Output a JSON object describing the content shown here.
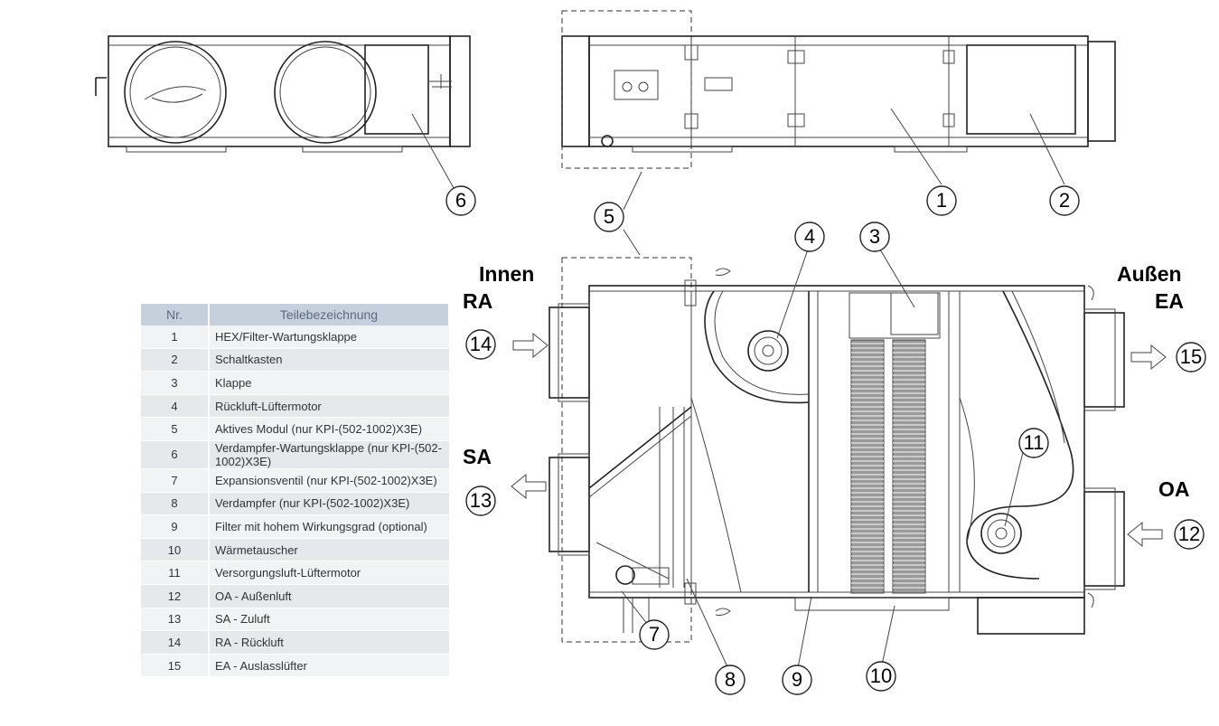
{
  "table": {
    "header_nr": "Nr.",
    "header_desc": "Teilebezeichnung",
    "rows": [
      {
        "nr": "1",
        "desc": "HEX/Filter-Wartungsklappe"
      },
      {
        "nr": "2",
        "desc": "Schaltkasten"
      },
      {
        "nr": "3",
        "desc": "Klappe"
      },
      {
        "nr": "4",
        "desc": "Rückluft-Lüftermotor"
      },
      {
        "nr": "5",
        "desc": "Aktives Modul (nur KPI-(502-1002)X3E)"
      },
      {
        "nr": "6",
        "desc": "Verdampfer-Wartungsklappe (nur KPI-(502-1002)X3E)"
      },
      {
        "nr": "7",
        "desc": "Expansionsventil (nur KPI-(502-1002)X3E)"
      },
      {
        "nr": "8",
        "desc": "Verdampfer (nur KPI-(502-1002)X3E)"
      },
      {
        "nr": "9",
        "desc": "Filter mit hohem Wirkungsgrad (optional)"
      },
      {
        "nr": "10",
        "desc": "Wärmetauscher"
      },
      {
        "nr": "11",
        "desc": "Versorgungsluft-Lüftermotor"
      },
      {
        "nr": "12",
        "desc": "OA - Außenluft"
      },
      {
        "nr": "13",
        "desc": "SA - Zuluft"
      },
      {
        "nr": "14",
        "desc": "RA - Rückluft"
      },
      {
        "nr": "15",
        "desc": "EA - Auslasslüfter"
      }
    ]
  },
  "labels": {
    "innen": "Innen",
    "ra": "RA",
    "sa": "SA",
    "aussen": "Außen",
    "ea": "EA",
    "oa": "OA"
  },
  "callouts": {
    "c1": "1",
    "c2": "2",
    "c3": "3",
    "c4": "4",
    "c5": "5",
    "c6": "6",
    "c7": "7",
    "c8": "8",
    "c9": "9",
    "c10": "10",
    "c11": "11",
    "c12": "12",
    "c13": "13",
    "c14": "14",
    "c15": "15"
  }
}
